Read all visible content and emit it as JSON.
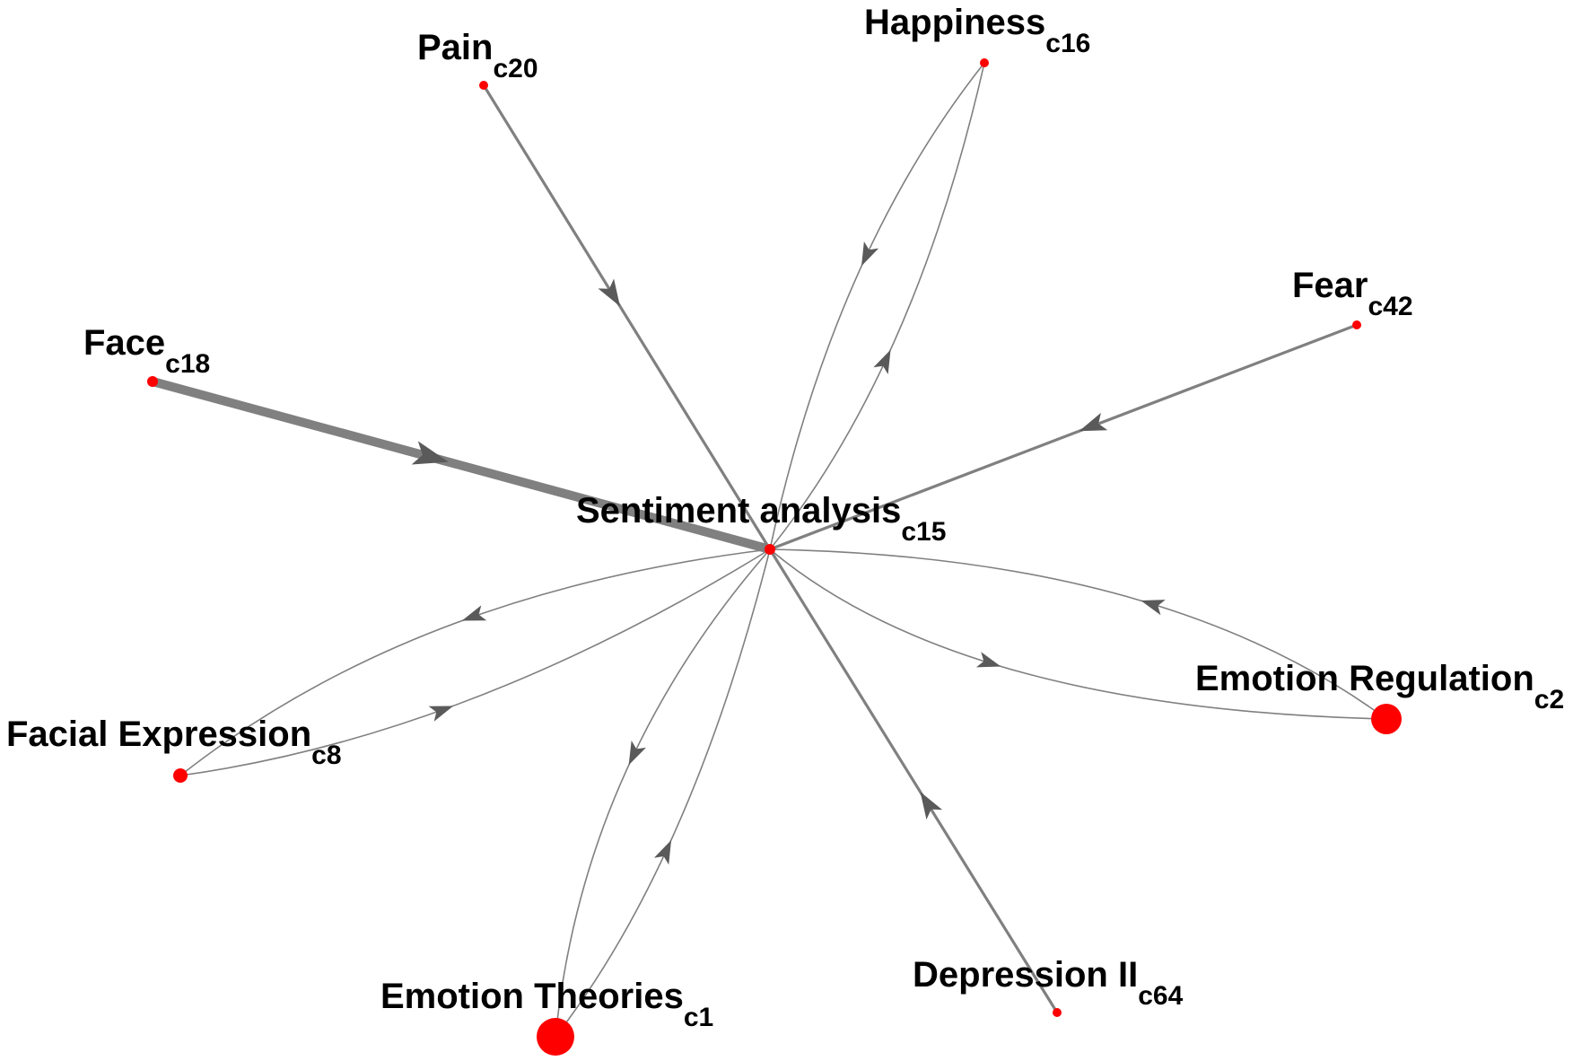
{
  "graph": {
    "center": "sentiment-analysis",
    "nodes": [
      {
        "id": "sentiment-analysis",
        "label": "Sentiment analysis",
        "sub": "c15"
      },
      {
        "id": "pain",
        "label": "Pain",
        "sub": "c20"
      },
      {
        "id": "happiness",
        "label": "Happiness",
        "sub": "c16"
      },
      {
        "id": "fear",
        "label": "Fear",
        "sub": "c42"
      },
      {
        "id": "face",
        "label": "Face",
        "sub": "c18"
      },
      {
        "id": "facial-expression",
        "label": "Facial Expression",
        "sub": "c8"
      },
      {
        "id": "emotion-regulation",
        "label": "Emotion Regulation",
        "sub": "c2"
      },
      {
        "id": "emotion-theories",
        "label": "Emotion Theories",
        "sub": "c1"
      },
      {
        "id": "depression-ii",
        "label": "Depression II",
        "sub": "c64"
      }
    ],
    "edges": [
      {
        "from": "pain",
        "to": "sentiment-analysis",
        "weight": "medium"
      },
      {
        "from": "happiness",
        "to": "sentiment-analysis",
        "weight": "thin"
      },
      {
        "from": "sentiment-analysis",
        "to": "happiness",
        "weight": "thin"
      },
      {
        "from": "fear",
        "to": "sentiment-analysis",
        "weight": "medium"
      },
      {
        "from": "face",
        "to": "sentiment-analysis",
        "weight": "thick"
      },
      {
        "from": "sentiment-analysis",
        "to": "facial-expression",
        "weight": "thin"
      },
      {
        "from": "facial-expression",
        "to": "sentiment-analysis",
        "weight": "thin"
      },
      {
        "from": "emotion-regulation",
        "to": "sentiment-analysis",
        "weight": "thin"
      },
      {
        "from": "sentiment-analysis",
        "to": "emotion-regulation",
        "weight": "thin"
      },
      {
        "from": "sentiment-analysis",
        "to": "emotion-theories",
        "weight": "thin"
      },
      {
        "from": "emotion-theories",
        "to": "sentiment-analysis",
        "weight": "thin"
      },
      {
        "from": "depression-ii",
        "to": "sentiment-analysis",
        "weight": "medium"
      }
    ],
    "colors": {
      "node": "#ff0000",
      "edge": "#808080",
      "arrow": "#5a5a5a",
      "label": "#000000"
    }
  }
}
